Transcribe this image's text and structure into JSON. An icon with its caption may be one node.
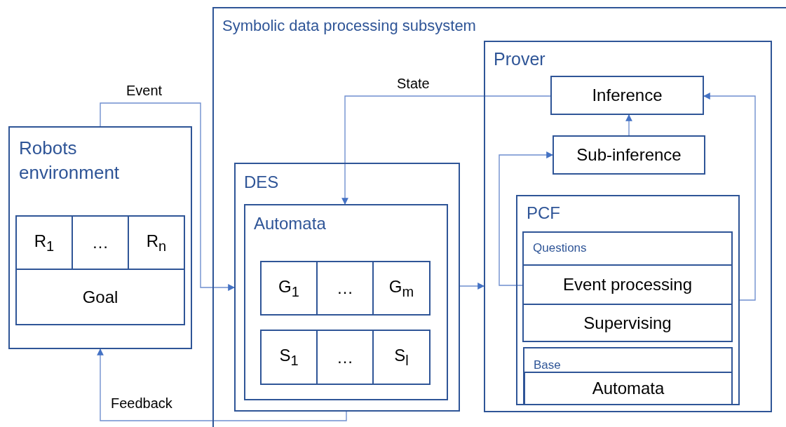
{
  "diagram": {
    "nodes": [
      {
        "text": [
          "Symbolic data processing subsystem"
        ]
      },
      {
        "text": [
          "Robots environment"
        ]
      },
      {
        "text": [
          "R$_{1}$"
        ],
        "in": 1
      },
      {
        "text": [
          "…"
        ],
        "in": 1
      },
      {
        "text": [
          "R$_{n}$"
        ],
        "in": 1
      },
      {
        "text": [
          "Goal"
        ],
        "in": 1
      },
      {
        "text": [
          "DES"
        ],
        "in": 0
      },
      {
        "text": [
          "Automata"
        ],
        "in": 6
      },
      {
        "text": [
          "G$_{1}$"
        ],
        "in": 7
      },
      {
        "text": [
          "…"
        ],
        "in": 7
      },
      {
        "text": [
          "G$_{m}$"
        ],
        "in": 7
      },
      {
        "text": [
          "S$_{1}$"
        ],
        "in": 7
      },
      {
        "text": [
          "…"
        ],
        "in": 7
      },
      {
        "text": [
          "S$_{l}$"
        ],
        "in": 7
      },
      {
        "text": [
          "Prover"
        ],
        "in": 0
      },
      {
        "text": [
          "Inference"
        ],
        "in": 14
      },
      {
        "text": [
          "Sub-inference"
        ],
        "in": 14
      },
      {
        "text": [
          "PCF"
        ],
        "in": 14
      },
      {
        "text": [
          "Questions"
        ],
        "in": 17
      },
      {
        "text": [
          "Event processing"
        ],
        "in": 18
      },
      {
        "text": [
          "Supervising"
        ],
        "in": 18
      },
      {
        "text": [
          "Base"
        ],
        "in": 17
      },
      {
        "text": [
          "Automata"
        ],
        "in": 21
      }
    ],
    "edges": [
      {
        "from": 1,
        "to": 6,
        "arrow": "to",
        "label": "Event"
      },
      {
        "from": 6,
        "to": 1,
        "arrow": "to",
        "label": "Feedback"
      },
      {
        "from": 15,
        "to": 7,
        "arrow": "to",
        "label": "State"
      },
      {
        "from": 6,
        "to": 14,
        "arrow": "to"
      },
      {
        "from": 16,
        "to": 15,
        "arrow": "to"
      },
      {
        "from": 19,
        "to": 16,
        "arrow": "to"
      },
      {
        "from": 17,
        "to": 15,
        "arrow": "to"
      }
    ]
  }
}
